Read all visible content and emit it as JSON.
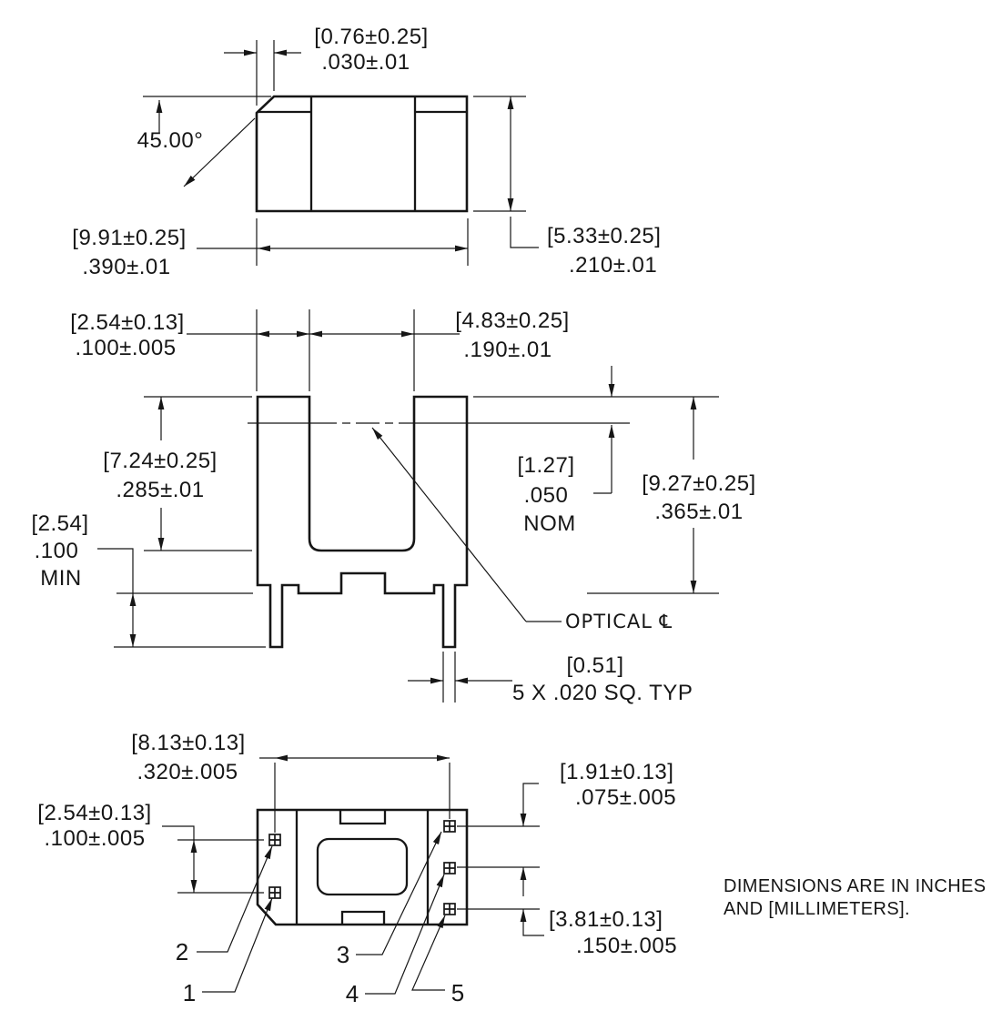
{
  "note": {
    "line1": "DIMENSIONS ARE IN INCHES",
    "line2": "AND [MILLIMETERS]."
  },
  "top_view": {
    "chamfer_width_mm": "[0.76±0.25]",
    "chamfer_width_in": ".030±.01",
    "chamfer_angle": "45.00°",
    "width_mm": "[9.91±0.25]",
    "width_in": ".390±.01",
    "height_mm": "[5.33±0.25]",
    "height_in": ".210±.01"
  },
  "front_view": {
    "lead_offset_mm": "[2.54±0.13]",
    "lead_offset_in": ".100±.005",
    "slot_width_mm": "[4.83±0.25]",
    "slot_width_in": ".190±.01",
    "slot_depth_mm": "[7.24±0.25]",
    "slot_depth_in": ".285±.01",
    "lead_length_mm": "[2.54]",
    "lead_length_in": ".100",
    "lead_length_note": "MIN",
    "optical_depth_mm": "[1.27]",
    "optical_depth_in": ".050",
    "optical_depth_note": "NOM",
    "height_mm": "[9.27±0.25]",
    "height_in": ".365±.01",
    "optical_centerline_label": "OPTICAL ℄",
    "lead_size_mm": "[0.51]",
    "lead_size_in": "5 X  .020  SQ. TYP"
  },
  "bottom_view": {
    "pad_span_mm": "[8.13±0.13]",
    "pad_span_in": ".320±.005",
    "left_pitch_mm": "[2.54±0.13]",
    "left_pitch_in": ".100±.005",
    "right_pitch_mm": "[1.91±0.13]",
    "right_pitch_in": ".075±.005",
    "right_span_mm": "[3.81±0.13]",
    "right_span_in": ".150±.005",
    "pins": [
      "1",
      "2",
      "3",
      "4",
      "5"
    ]
  }
}
